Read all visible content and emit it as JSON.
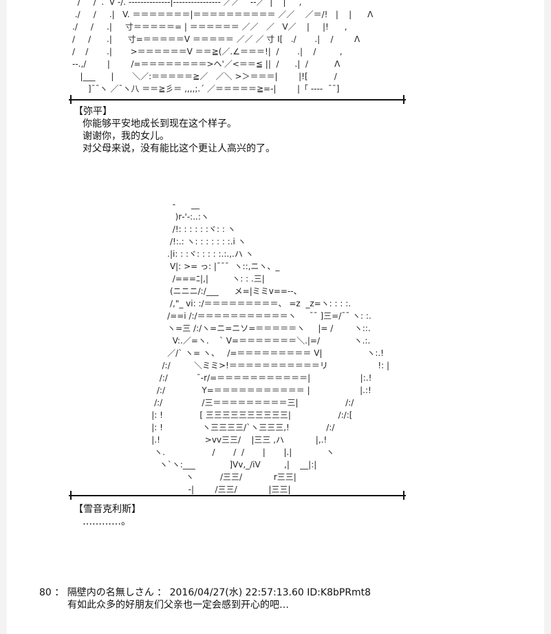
{
  "art": {
    "top_fragment": "  /     /  .  V -/. ‐‐‐‐‐‐‐‐‐‐‐‐‐‐|‐‐‐‐‐‐‐‐‐‐‐‐‐‐‐‐ ／／    ‐‐／  |    |     ,\n ./     /     .|   V. ＝＝＝＝＝＝＝|＝＝＝＝＝＝＝＝＝＝ ／／    ／＝/!   |    |      Λ\n./     /     .|     寸＝＝＝＝＝= | ＝＝＝＝＝＝ ／／   ／   V／    |     |!      ,\n/     /      .|      寸=＝＝＝＝＝V ＝＝＝＝＝ ／／ ／ 寸 I[   ./       .|    /        Λ\n/    /       .|       >＝＝＝＝＝＝V ＝＝≧(／.∠＝＝＝!|  /       .|    /         ,\n‐‐.,/        |        /=＝＝＝＝＝＝＝＝>ヘ'／<＝＝≦ ||  /      .|  /          Λ\n   |___      |       ＼／:＝＝＝＝＝≧／   ／＼ >＞＝＝＝|        |![          /\n      ]¯¯ヽ ／¯ヽ八 ＝＝≧彡＝ ,,,,;.´ ／＝＝＝＝＝≧=‐|        |「 ‐‐‐‐  ¯¯]",
    "girl": "            -      __\n             )r‐'-:..:ヽ\n            /!: : : : : :ヾ: : ヽ\n           /!:.: ヽ: : : : : : :.i ヽ\n          .|i: : :ヾ: : : : :.:.,.ハ ヽ\n           V|: >= っ: |¯¯¯  ヽ::,ニヽ、_\n            /===ﾆ|,|         ヽ: : .三|\n           (ニニニ/:/___      メ=|ミミv==‐-、\n           /,\"_ vi: :/＝＝＝＝＝＝＝＝＝、 =z  _z=ヽ: : : :.\n          /==i /:/＝＝＝＝＝＝＝＝＝＝＝ヽ     ¯¯ ]三=/¯¯ ヽ: :.\n          ヽ=三 /:/ヽ=ニ=ニソ=＝＝＝＝＝ヽ     |= /        ヽ::.\n            V:.／=ヽ.    ` V=＝＝＝＝＝＝＝＼.|=/             ヽ.:.\n          ／/` ヽ= ヽ、   /=＝＝＝＝＝＝＝＝＝ V|                 ヽ:.!\n        /:/         ＼ミミ>!＝＝＝＝＝＝＝＝＝＝＝リ                   !: |\n       /:/           ¯‐r/=＝＝＝＝＝＝＝＝＝＝＝|                   |:.!\n      /:/              Y=＝＝＝＝＝＝＝＝＝＝＝ |                   |.:!\n     /:/               /三＝＝＝＝＝＝＝＝＝三|                  /:/\n    |: !              [ 三三三三三三三三三三|                  /:/:[\n    |: !               ヽ三三三三/`ヽ三三三,!              /:/\n    |.!                 >vv三三/    |三三 ,ハ            |,.!\n     ヽ.                  /       /  /       |       |.|             ヽ\n       ヽ`ヽ:___             ]Vv,_/iV         ,|    __|:|\n                 ヽ          /三三/            r三三|\n                  ‐|        /三三/            |三三|"
  },
  "dialogues": [
    {
      "speaker": "【弥平】",
      "lines": [
        "你能够平安地成长到现在这个样子。",
        "谢谢你，我的女儿。",
        "对父母来说，没有能比这个更让人高兴的了。"
      ]
    },
    {
      "speaker": "【雪音克利斯】",
      "lines": [
        "…………。"
      ]
    }
  ],
  "post": {
    "header": "80 ： 隔壁内の名無しさん ： 2016/04/27(水) 22:57:13.60 ID:K8bPRmt8",
    "body": "有如此众多的好朋友们父亲也一定会感到开心的吧…"
  }
}
